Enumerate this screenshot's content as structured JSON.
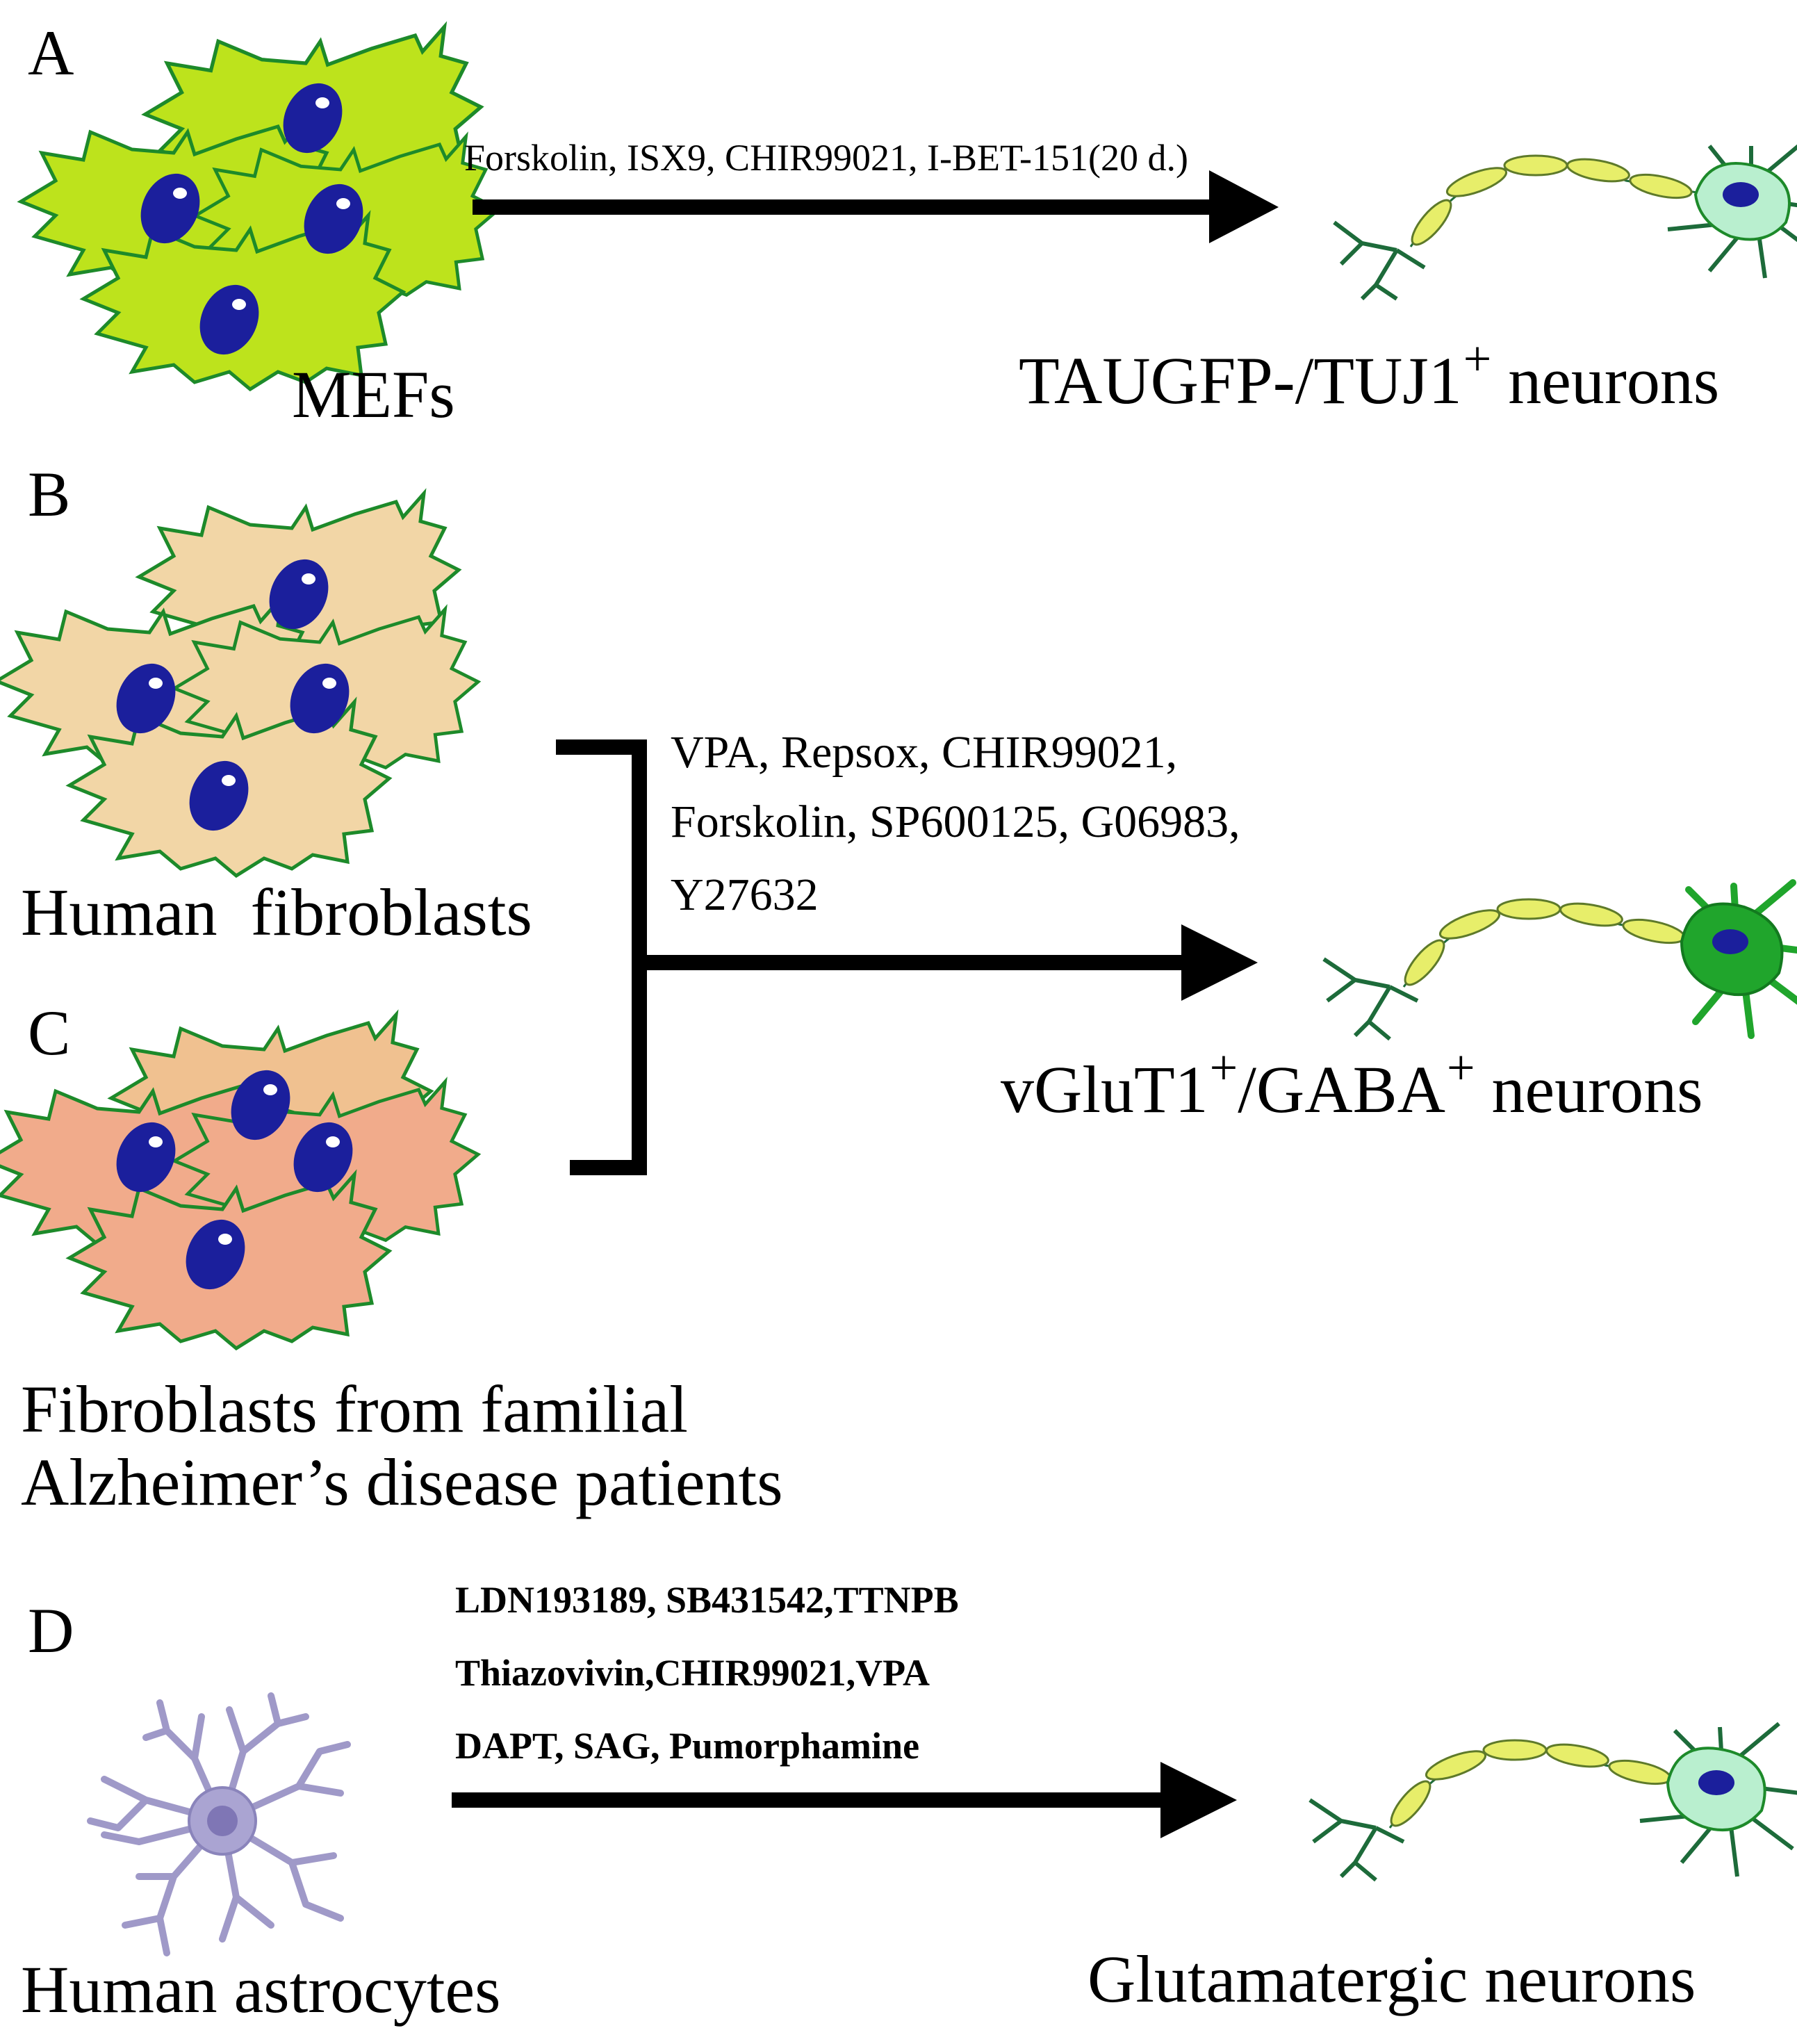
{
  "panels": {
    "A": {
      "letter": "A",
      "source_label": "MEFs",
      "reagents": "Forskolin, ISX9, CHIR99021, I-BET-151(20 d.)",
      "product_prefix": "TAUGFP-/TUJ1",
      "product_sup": "+",
      "product_suffix": " neurons"
    },
    "B": {
      "letter": "B",
      "source_label": "Human  fibroblasts"
    },
    "C": {
      "letter": "C",
      "source_label_line1": "Fibroblasts from familial",
      "source_label_line2": "Alzheimer’s disease patients"
    },
    "BC": {
      "reagents_line1": "VPA, Repsox, CHIR99021,",
      "reagents_line2": "Forskolin, SP600125, G06983,",
      "reagents_line3": "Y27632",
      "product_part1": "vGluT1",
      "product_sup1": "+",
      "product_part2": "/GABA",
      "product_sup2": "+",
      "product_part3": " neurons"
    },
    "D": {
      "letter": "D",
      "source_label": "Human astrocytes",
      "reagents_line1": "LDN193189, SB431542,TTNPB",
      "reagents_line2": "Thiazovivin,CHIR99021,VPA",
      "reagents_line3": "DAPT, SAG, Pumorphamine",
      "product": "Glutamatergic neurons"
    }
  },
  "colors": {
    "mef_cell": "#bde31c",
    "human_fibroblast_cell": "#f2d6a6",
    "ad_fibroblast_cell": "#f1ab8b",
    "cell_edge": "#1d8a2a",
    "nucleus": "#1b1f9c",
    "nucleus_highlight": "#ffffff",
    "neuron_body_pale": "#b9efcf",
    "neuron_body_dark": "#20a52c",
    "axon_segment": "#e7ee6a",
    "astrocyte": "#9f99c8",
    "astrocyte_nucleus": "#7f76b5",
    "arrow": "#000000"
  },
  "icons": [
    "mef-cell-cluster",
    "fibroblast-cell-cluster",
    "ad-fibroblast-cell-cluster",
    "neuron-icon",
    "astrocyte-icon",
    "right-arrow-icon"
  ]
}
